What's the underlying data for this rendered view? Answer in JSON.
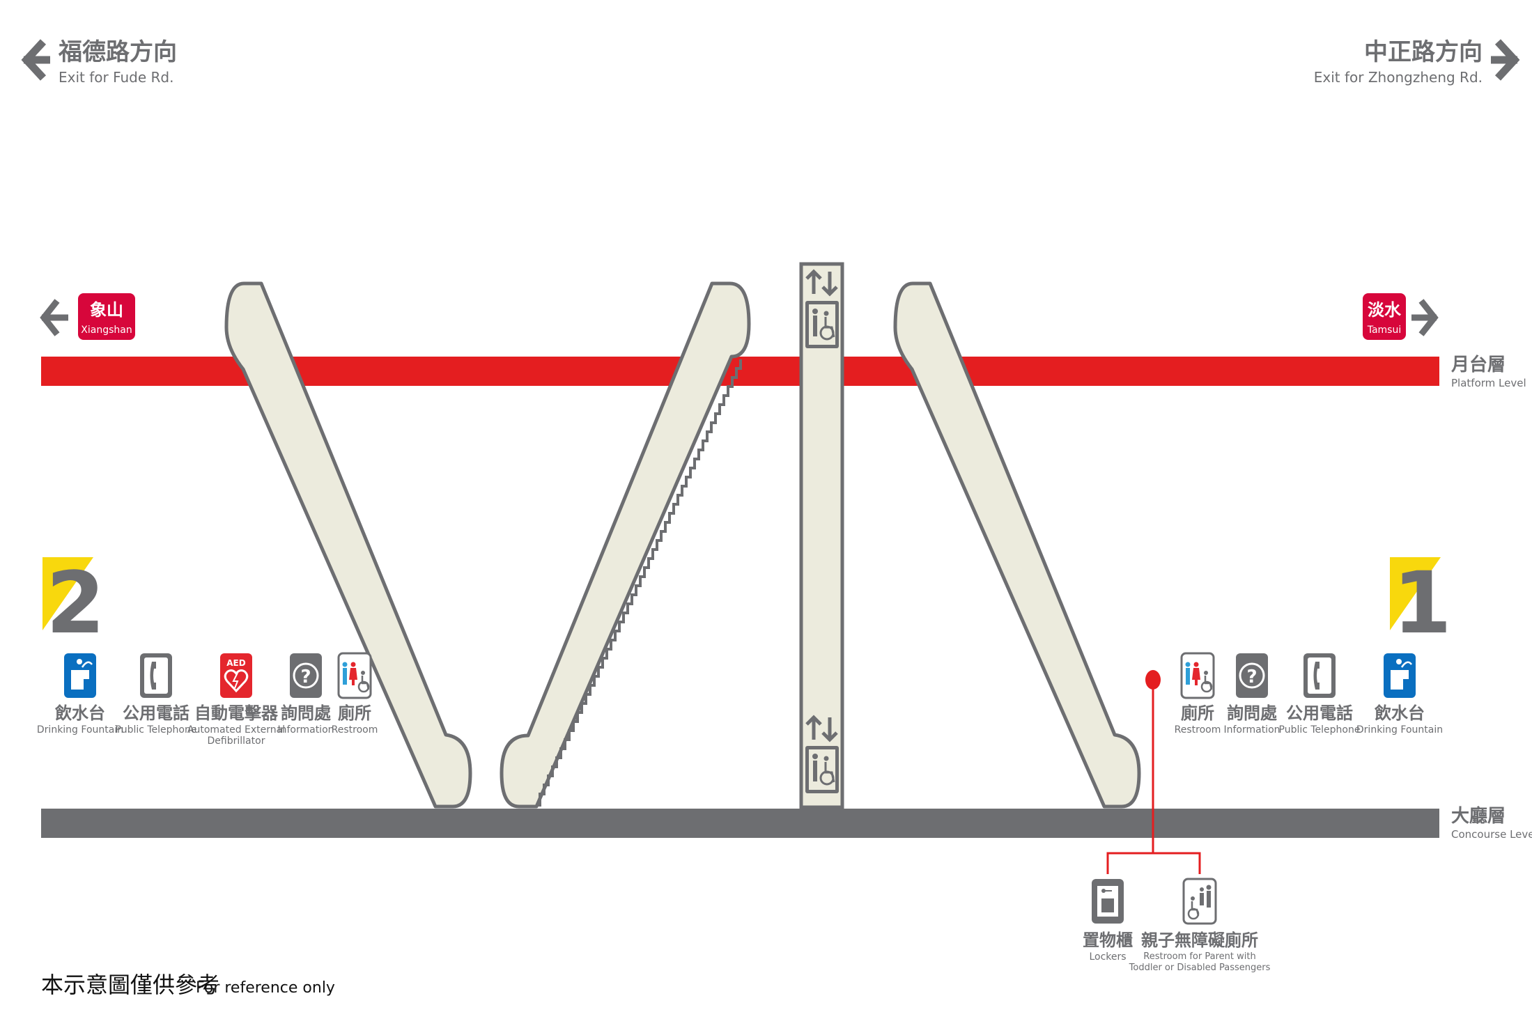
{
  "exits": {
    "left": {
      "zh": "福德路方向",
      "en": "Exit for Fude Rd."
    },
    "right": {
      "zh": "中正路方向",
      "en": "Exit for Zhongzheng Rd."
    }
  },
  "destinations": {
    "left": {
      "zh": "象山",
      "en": "Xiangshan"
    },
    "right": {
      "zh": "淡水",
      "en": "Tamsui"
    }
  },
  "levels": {
    "platform": {
      "zh": "月台層",
      "en": "Platform Level"
    },
    "concourse": {
      "zh": "大廳層",
      "en": "Concourse Level"
    }
  },
  "exit_numbers": {
    "left": "2",
    "right": "1"
  },
  "left_facilities": [
    {
      "icon": "drinking-fountain-icon",
      "zh": "飲水台",
      "en": "Drinking Fountain",
      "en2": ""
    },
    {
      "icon": "telephone-icon",
      "zh": "公用電話",
      "en": "Public Telephone",
      "en2": ""
    },
    {
      "icon": "aed-icon",
      "zh": "自動電擊器",
      "en": "Automated External",
      "en2": "Defibrillator",
      "badge": "AED"
    },
    {
      "icon": "information-icon",
      "zh": "詢問處",
      "en": "Information",
      "en2": ""
    },
    {
      "icon": "restroom-icon",
      "zh": "廁所",
      "en": "Restroom",
      "en2": ""
    }
  ],
  "right_facilities": [
    {
      "icon": "restroom-icon",
      "zh": "廁所",
      "en": "Restroom",
      "en2": ""
    },
    {
      "icon": "information-icon",
      "zh": "詢問處",
      "en": "Information",
      "en2": ""
    },
    {
      "icon": "telephone-icon",
      "zh": "公用電話",
      "en": "Public Telephone",
      "en2": ""
    },
    {
      "icon": "drinking-fountain-icon",
      "zh": "飲水台",
      "en": "Drinking Fountain",
      "en2": ""
    }
  ],
  "lower_facilities": [
    {
      "icon": "locker-icon",
      "zh": "置物櫃",
      "en": "Lockers",
      "en2": ""
    },
    {
      "icon": "family-restroom-icon",
      "zh": "親子無障礙廁所",
      "en": "Restroom for Parent with",
      "en2": "Toddler or Disabled Passengers"
    }
  ],
  "footer": {
    "zh": "本示意圖僅供參考",
    "en": "For reference only"
  },
  "colors": {
    "platform_line": "#e41e20",
    "concourse_line": "#6d6e71",
    "text_gray": "#6d6e71",
    "escalator_fill": "#ecebdd",
    "badge_red": "#d7063b",
    "exit_yellow": "#f8d80d",
    "fountain_blue": "#0a6fc0",
    "aed_red": "#e4262d",
    "marker_red": "#e41e20"
  }
}
